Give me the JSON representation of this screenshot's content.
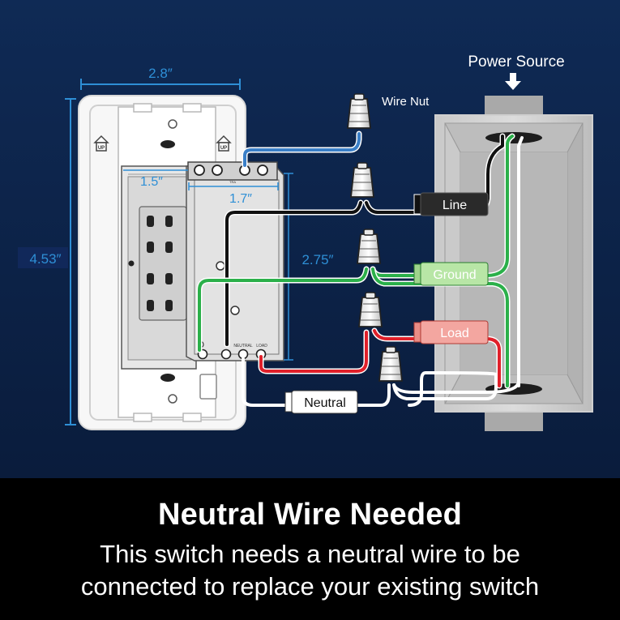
{
  "dimensions": {
    "width": "2.8″",
    "height": "4.53″",
    "inner_width": "1.5″",
    "module_width": "1.7″",
    "module_height": "2.75″"
  },
  "labels": {
    "power_source": "Power Source",
    "wire_nut": "Wire Nut",
    "line": "Line",
    "ground": "Ground",
    "load": "Load",
    "neutral": "Neutral",
    "terminal_neutral": "NEUTRAL",
    "terminal_load": "LOAD",
    "terminal_tra": "TRA",
    "up_mark": "UP"
  },
  "caption": {
    "heading": "Neutral Wire Needed",
    "body_line1": "This switch needs a neutral wire to be",
    "body_line2": "connected to replace your existing switch"
  },
  "colors": {
    "background_top": "#15305c",
    "background_bottom": "#0a1a38",
    "dimension_blue": "#2e8fd6",
    "line_wire": "#111111",
    "ground_wire": "#2bb04a",
    "load_wire": "#e0202a",
    "neutral_wire": "#ffffff",
    "traveler_wire": "#3a7fc8",
    "line_tag": "#2a2a2a",
    "ground_tag": "#b8e6a6",
    "load_tag": "#f3a6a0",
    "neutral_tag": "#ffffff"
  }
}
